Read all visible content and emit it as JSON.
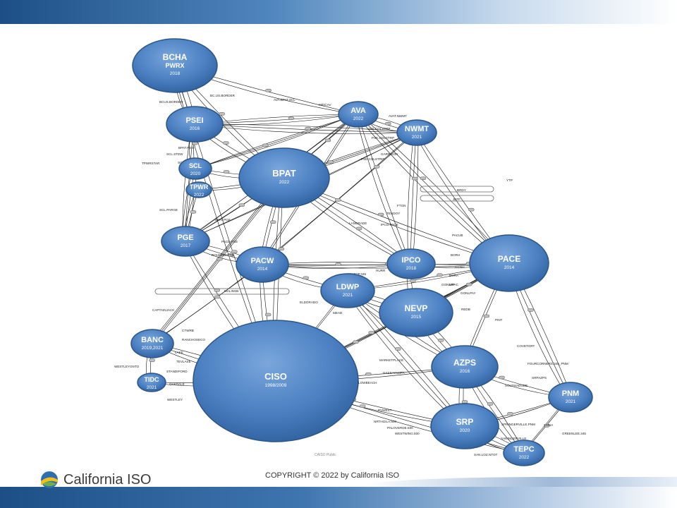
{
  "nodes": [
    {
      "id": "BCHA",
      "name": "BCHA",
      "sub": "PWRX",
      "year": "2018"
    },
    {
      "id": "PSEI",
      "name": "PSEI",
      "year": "2016"
    },
    {
      "id": "SCL",
      "name": "SCL",
      "year": "2020"
    },
    {
      "id": "TPWR",
      "name": "TPWR",
      "year": "2022"
    },
    {
      "id": "BPAT",
      "name": "BPAT",
      "year": "2022"
    },
    {
      "id": "AVA",
      "name": "AVA",
      "year": "2022"
    },
    {
      "id": "NWMT",
      "name": "NWMT",
      "year": "2021"
    },
    {
      "id": "PGE",
      "name": "PGE",
      "year": "2017"
    },
    {
      "id": "PACW",
      "name": "PACW",
      "year": "2014"
    },
    {
      "id": "IPCO",
      "name": "IPCO",
      "year": "2018"
    },
    {
      "id": "PACE",
      "name": "PACE",
      "year": "2014"
    },
    {
      "id": "LDWP",
      "name": "LDWP",
      "year": "2021"
    },
    {
      "id": "NEVP",
      "name": "NEVP",
      "year": "2015"
    },
    {
      "id": "BANC",
      "name": "BANC",
      "year": "2019,2021"
    },
    {
      "id": "TIDC",
      "name": "TIDC",
      "year": "2021"
    },
    {
      "id": "CISO",
      "name": "CISO",
      "year": "1998/2009"
    },
    {
      "id": "AZPS",
      "name": "AZPS",
      "year": "2016"
    },
    {
      "id": "SRP",
      "name": "SRP",
      "year": "2020"
    },
    {
      "id": "PNM",
      "name": "PNM",
      "year": "2021"
    },
    {
      "id": "TEPC",
      "name": "TEPC",
      "year": "2022"
    }
  ],
  "labels": [
    "BC.US.BORDER",
    "BCUS.BORDER",
    "AVA.BPAT.SCL",
    "MIDCAV",
    "AVAT.NWMT",
    "AVA.COLSTRP",
    "PSE.COLSTRP",
    "BPAT.PSEI",
    "TPWRSTAR",
    "SCL.STEW",
    "SCL.PSEG",
    "GARRISON",
    "PSE.COLSTRIP",
    "SCL.PARGE",
    "BPAT.PGE",
    "PACE.PGE",
    "ROUNDBUTTE",
    "MALINSB",
    "CAPTAINJACK",
    "LANGRADE",
    "HILLTOP.345",
    "HURR",
    "IPCO.PACE",
    "BRDY",
    "JEFF",
    "YTP",
    "FTGN",
    "TENDOY",
    "PACUB",
    "BORH",
    "GCNH",
    "BORA",
    "MPAC",
    "GONLPAY",
    "REDB",
    "GONLPF",
    "PINT",
    "COVETORT",
    "ELDORADO",
    "MARKETPLACE",
    "MEAD",
    "WILLOWBEACH",
    "PVWEST",
    "NRTHGILA.500",
    "PALOVERDE.500",
    "WESTWING.500",
    "FOURCORNERS.345_PNM",
    "SOUTHADOBE",
    "HASSAYAMPA",
    "SRPAZPS",
    "LUNA",
    "GREENLEE.345",
    "CTWRB",
    "RANCHOSECO",
    "LAKE",
    "TEVLASE",
    "STANDIFORD",
    "OAKDALE",
    "WESTLEY",
    "WESTLEYGNTO",
    "SPRINGERVILLE.PNM",
    "SARINGERVILLE",
    "SAN.LOZ.NTOT"
  ],
  "copyright": "COPYRIGHT © 2022 by California ISO",
  "logo_text": "California ISO",
  "watermark": "CAISO Public",
  "colors": {
    "node_fill": "#4a7fc1",
    "node_stroke": "#2c5585",
    "edge": "#111111",
    "banner": "#2f64a0"
  }
}
